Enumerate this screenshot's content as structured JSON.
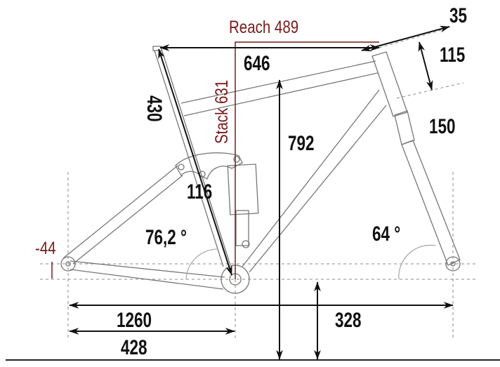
{
  "labels": {
    "reach": "Reach 489",
    "stack": "Stack 631",
    "top_tube": "646",
    "head_angle_length": "35",
    "head_tube": "115",
    "fork_travel": "150",
    "seat_tube": "430",
    "rear_travel": "116",
    "standover": "792",
    "seat_angle": "76,2 °",
    "head_angle": "64 °",
    "bb_drop": "-44",
    "wheelbase": "1260",
    "chainstay": "428",
    "bb_height": "328"
  },
  "colors": {
    "accent": "#7a1a1a",
    "ink": "#111111",
    "frame": "#777777"
  }
}
